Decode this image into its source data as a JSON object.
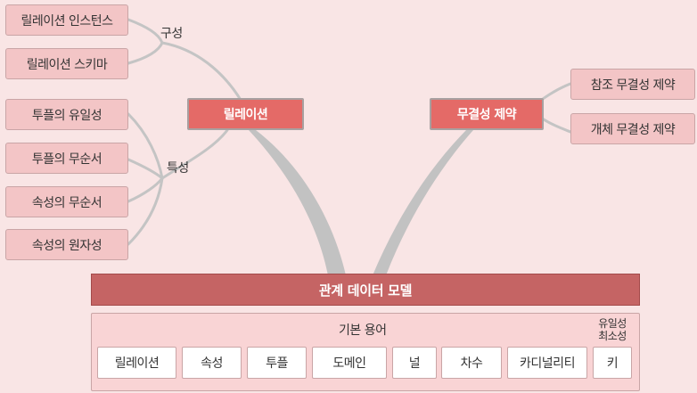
{
  "composition": {
    "label": "구성",
    "items": [
      "릴레이션 인스턴스",
      "릴레이션 스키마"
    ]
  },
  "properties": {
    "label": "특성",
    "items": [
      "투플의 유일성",
      "투플의 무순서",
      "속성의 무순서",
      "속성의 원자성"
    ]
  },
  "relation_node": "릴레이션",
  "integrity_node": "무결성 제약",
  "integrity_items": [
    "참조 무결성 제약",
    "개체 무결성 제약"
  ],
  "model_title": "관계 데이터 모델",
  "terms": {
    "title": "기본 용어",
    "items": [
      "릴레이션",
      "속성",
      "투플",
      "도메인",
      "널",
      "차수",
      "카디널리티",
      "키"
    ],
    "key_note_line1": "유일성",
    "key_note_line2": "최소성"
  },
  "colors": {
    "background": "#f9e5e5",
    "leaf": "#f3c5c6",
    "hub": "#e46a67",
    "bar": "#c56464",
    "wire": "#c4c4c4"
  }
}
